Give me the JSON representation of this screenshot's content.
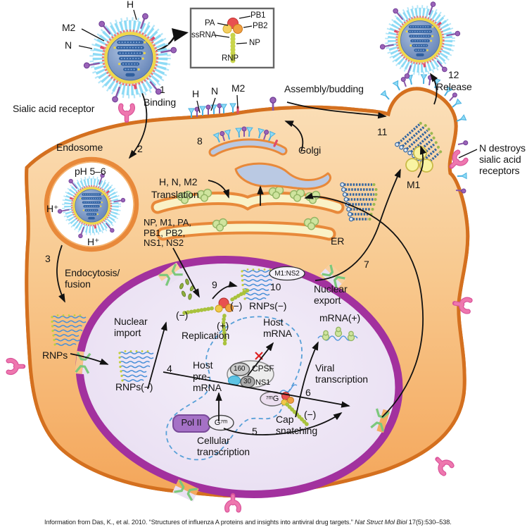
{
  "labels": {
    "virus_h": "H",
    "virus_m2": "M2",
    "virus_n": "N",
    "sialic": "Sialic acid receptor",
    "s1_num": "1",
    "s1": "Binding",
    "s2_num": "2",
    "endosome": "Endosome",
    "ph": "pH 5–6",
    "h_plus_a": "H⁺",
    "h_plus_b": "H⁺",
    "s3_num": "3",
    "s3": "Endocytosis/\nfusion",
    "rnps": "RNPs",
    "mem_h": "H",
    "mem_n": "N",
    "mem_m2": "M2",
    "assembly": "Assembly/budding",
    "s8_num": "8",
    "golgi": "Golgi",
    "hnm2": "H, N, M2",
    "translation": "Translation",
    "proteins": "NP, M1, PA,\nPB1, PB2,\nNS1, NS2",
    "er": "ER",
    "s11_num": "11",
    "m1": "M1",
    "s12_num": "12",
    "s12": "Release",
    "n_destroys": "N destroys\nsialic acid\nreceptors",
    "nuclear_import": "Nuclear\nimport",
    "rnps_minus_a": "RNPs(−)",
    "s4_num": "4",
    "s9_num": "9",
    "minus_a": "(−)",
    "minus_b": "(−)",
    "plus": "(+)",
    "replication": "Replication",
    "s10_num": "10",
    "rnps_minus_b": "RNPs(−)",
    "m1_ns2": "M1:NS2",
    "nuclear_export": "Nuclear\nexport",
    "s7_num": "7",
    "host_mrna": "Host\nmRNA",
    "mrna_plus": "mRNA(+)",
    "viral_transcription": "Viral\ntranscription",
    "s6_num": "6",
    "minus_c": "(−)",
    "host_premrna": "Host\npre-\nmRNA",
    "p160": "160",
    "cpsf": "CPSF",
    "p30": "30",
    "ns1": "NS1",
    "pol2": "Pol II",
    "g7m": "G⁷ᵐ",
    "m7g": "⁷ᵐG",
    "s5_num": "5",
    "cap_snatching": "Cap\nsnatching",
    "cellular_transcription": "Cellular\ntranscription"
  },
  "inset": {
    "pa": "PA",
    "pb1": "PB1",
    "pb2": "PB2",
    "ssrna": "ssRNA",
    "np": "NP",
    "rnp": "RNP"
  },
  "caption": {
    "text": "Information from Das, K., et al. 2010. “Structures of influenza A proteins and insights into antiviral drug targets.” ",
    "journal": "Nat Struct Mol Biol",
    "ref": " 17(5):530–538."
  },
  "colors": {
    "cell_fill": "#f5ab5e",
    "membrane": "#d4701f",
    "nucleus_fill": "#e9e0f2",
    "nucleus_border": "#a2319e",
    "pore_green": "#7cc87c",
    "receptor_pink": "#ee77ae",
    "spike_cyan": "#8edbf5",
    "spike_purple": "#9b63b8",
    "m2_red": "#e04a6a",
    "rnp_blue": "#34659f",
    "coil_green": "#a9c23d",
    "ribosome_green": "#cfe49e"
  }
}
